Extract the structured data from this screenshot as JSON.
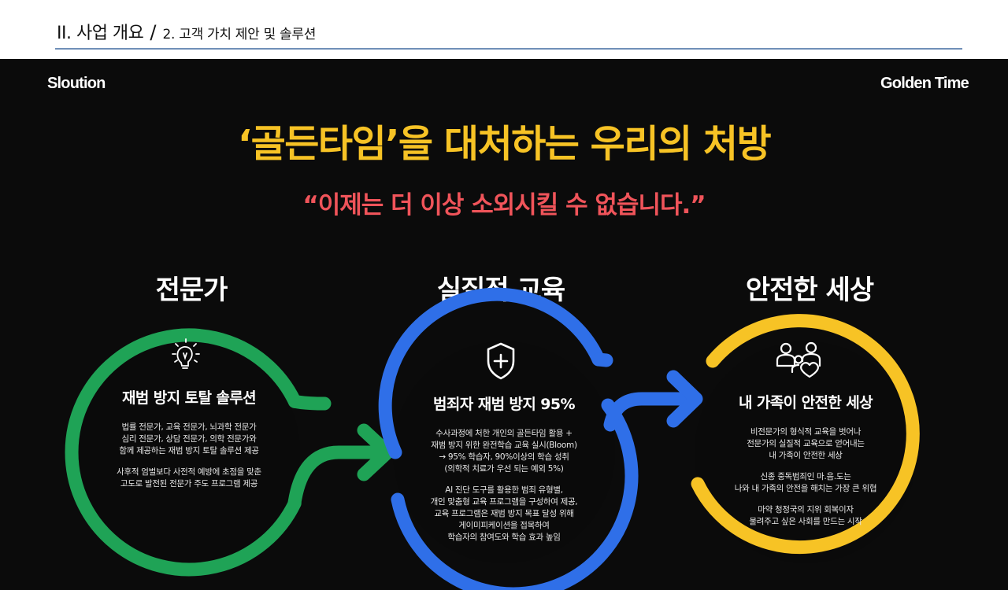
{
  "header": {
    "section": "II. 사업 개요",
    "separator": "/",
    "subsection": "2. 고객 가치 제안 및 솔루션"
  },
  "slide": {
    "corner_left": "Sloution",
    "corner_right": "Golden Time",
    "headline": "‘골든타임’을 대처하는 우리의 처방",
    "quote": "“이제는 더 이상 소외시킬 수 없습니다.”",
    "colors": {
      "green": "#1fa356",
      "blue": "#2f6fe8",
      "yellow": "#f7c325",
      "headline": "#f7c325",
      "quote": "#f0545a",
      "background": "#0b0b0b"
    },
    "columns": [
      {
        "title": "전문가",
        "icon": "lightbulb-icon",
        "circle_title": "재범 방지 토탈 솔루션",
        "paragraphs": [
          [
            "법률 전문가, 교육 전문가,  뇌과학 전문가",
            "심리 전문가, 상담 전문가, 의학 전문가와",
            "함께 제공하는 재범 방지 토탈 솔루션 제공"
          ],
          [
            "사후적 엄벌보다 사전적 예방에 초점을 맞춘",
            "고도로 발전된 전문가 주도 프로그램 제공"
          ]
        ]
      },
      {
        "title": "실질적 교육",
        "icon": "shield-plus-icon",
        "circle_title": "범죄자 재범 방지 95%",
        "paragraphs": [
          [
            "수사과정에 처한 개인의 골든타임 활용 +",
            "재범 방지 위한 완전학습 교육 실시(Bloom)",
            "→ 95% 학습자, 90%이상의 학습 성취",
            "(의학적 치료가 우선 되는 예외 5%)"
          ],
          [
            "AI 진단 도구를 활용한 범죄 유형별,",
            "개인 맞춤형 교육 프로그램을 구성하여 제공,",
            "교육 프로그램은 재범 방지 목표 달성 위해",
            "게이미피케이션을 접목하여",
            "학습자의 참여도와 학습 효과 높임"
          ]
        ]
      },
      {
        "title": "안전한 세상",
        "icon": "family-heart-icon",
        "circle_title": "내 가족이 안전한 세상",
        "paragraphs": [
          [
            "비전문가의 형식적 교육을 벗어나",
            "전문가의 실질적 교육으로 얻어내는",
            "내 가족이 안전한 세상"
          ],
          [
            "신종 중독범죄인 마.음.도는",
            "나와 내 가족의 안전을 해치는 가장 큰 위협"
          ],
          [
            "마약 청정국의 지위 회복이자",
            "물려주고 싶은 사회를 만드는 시작"
          ]
        ]
      }
    ]
  }
}
